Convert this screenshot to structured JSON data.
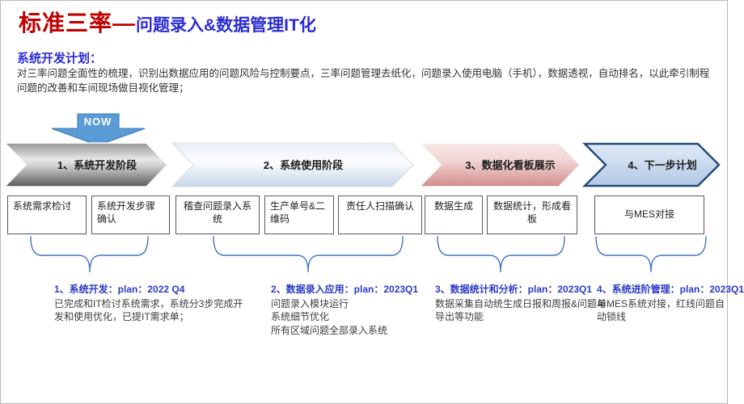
{
  "title": {
    "part1": "标准三率—",
    "part2": "问题录入&数据管理IT化"
  },
  "section": {
    "heading": "系统开发计划：",
    "description": "对三率问题全面性的梳理，识别出数据应用的问题风险与控制要点，三率问题管理去纸化，问题录入使用电脑（手机），数据透视，自动排名，以此牵引制程问题的改善和车间现场做目视化管理；"
  },
  "now_label": "NOW",
  "phases": [
    {
      "label": "1、系统开发阶段",
      "boxes": [
        "系统需求检讨",
        "系统开发步骤确认"
      ],
      "plan_heading": "1、系统开发：plan：2022 Q4",
      "plan_details": [
        "已完成和IT检讨系统需求，系统分3步完成开发和使用优化，已提IT需求单；"
      ]
    },
    {
      "label": "2、系统使用阶段",
      "boxes": [
        "稽查问题录入系统",
        "生产单号&二维码",
        "责任人扫描确认"
      ],
      "plan_heading": "2、数据录入应用：plan：2023Q1",
      "plan_details": [
        "问题录入模块运行",
        "系统细节优化",
        "所有区域问题全部录入系统"
      ]
    },
    {
      "label": "3、数据化看板展示",
      "boxes": [
        "数据生成",
        "数据统计，形成看板"
      ],
      "plan_heading": "3、数据统计和分析：plan：2023Q1",
      "plan_details": [
        "数据采集自动统生成日报和周报&问题单导出等功能"
      ]
    },
    {
      "label": "4、下一步计划",
      "boxes": [
        "与MES对接"
      ],
      "plan_heading": "4、系统进阶管理：plan：2023Q1",
      "plan_details": [
        "与MES系统对接，红线问题自动锁线"
      ]
    }
  ],
  "colors": {
    "title_red": "#c00000",
    "title_blue": "#2b2bd5",
    "plan_heading_blue": "#2b3ac8",
    "now_arrow": "#5b9bd5",
    "brace_blue": "#4472c4",
    "chevron1_gray": "#8f8f8f",
    "chevron2_lightblue": "#dde7f3",
    "chevron3_pink": "#d99694",
    "chevron4_fill": "#c3d5ec",
    "chevron4_border": "#1f497d"
  }
}
